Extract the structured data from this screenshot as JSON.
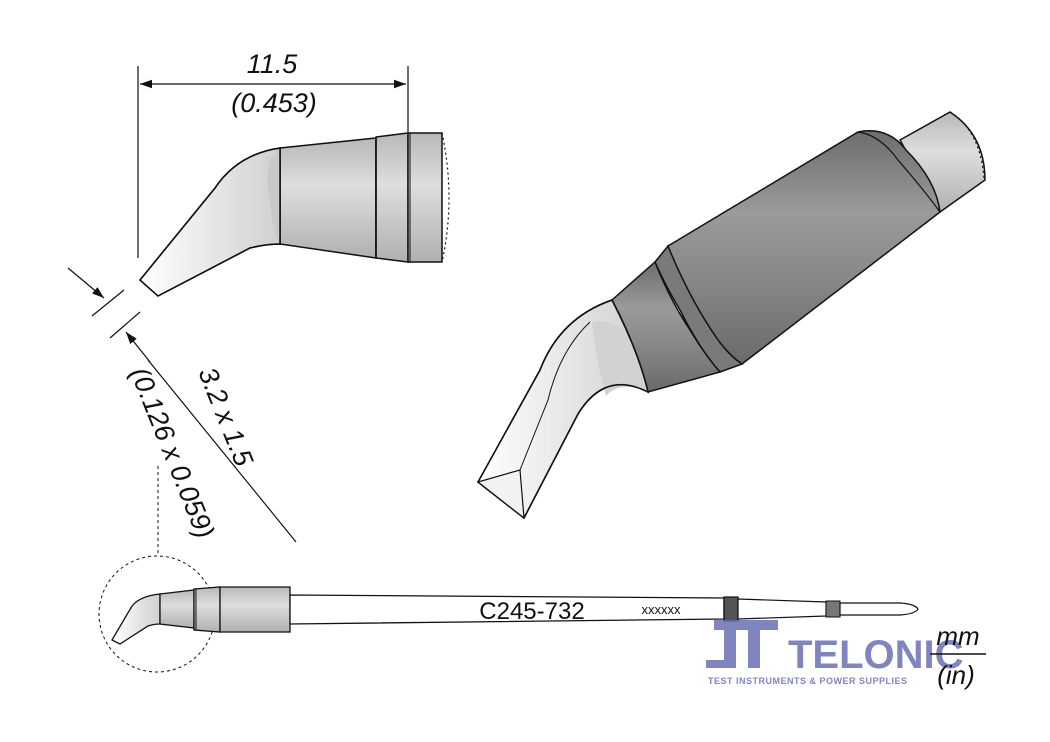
{
  "dimensions": {
    "length_mm": "11.5",
    "length_in": "(0.453)",
    "tip_mm": "3.2 x 1.5",
    "tip_in": "(0.126 x 0.059)"
  },
  "cartridge": {
    "model": "C245-732",
    "marking": "xxxxxx"
  },
  "units": {
    "metric": "mm",
    "imperial": "(in)"
  },
  "watermark": {
    "brand": "TELONIC",
    "tagline": "TEST INSTRUMENTS & POWER SUPPLIES"
  },
  "colors": {
    "body_gray": "#8a8a8a",
    "light_gray": "#c8c8c8",
    "outline": "#111111",
    "brand_blue": "#6c70b3"
  }
}
